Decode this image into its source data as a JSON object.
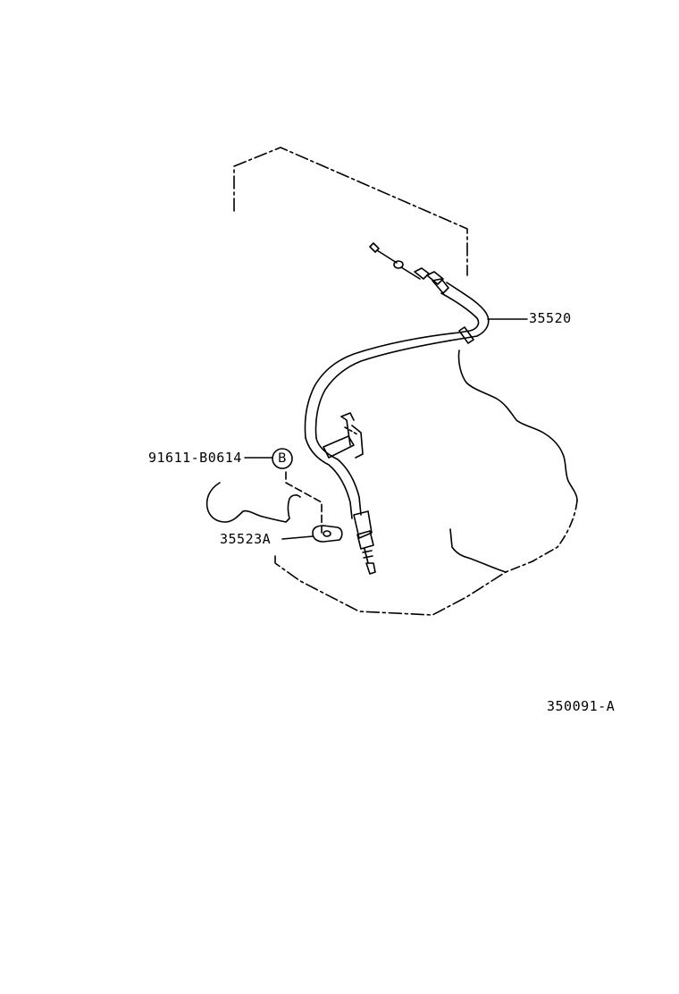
{
  "labels": {
    "cable_part": "35520",
    "bolt_part": "91611-B0614",
    "bracket_part": "35523A",
    "diagram_code": "350091-A"
  },
  "callout": {
    "letter": "B"
  },
  "colors": {
    "ink": "#000000",
    "paper": "#ffffff"
  }
}
